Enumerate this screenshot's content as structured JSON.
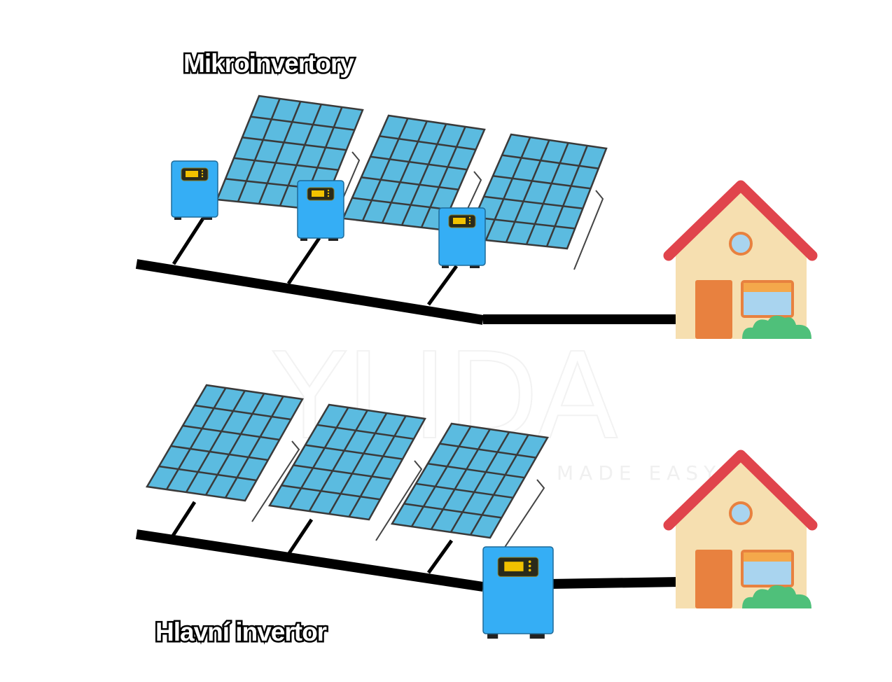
{
  "title_top": "Mikroinvertory",
  "title_bottom": "Hlavní invertor",
  "watermark": {
    "brand": "YLIDA",
    "tagline": "MADE EASY"
  },
  "colors": {
    "panel": "#5bbbe0",
    "panel_grid": "#3a3a3a",
    "inverter": "#35aef5",
    "display": "#f2c200",
    "cable": "#000000",
    "roof": "#e0444c",
    "wall": "#f6dfb0",
    "door": "#e8813f",
    "window": "#a9d4ef",
    "bush": "#4fc07a"
  }
}
